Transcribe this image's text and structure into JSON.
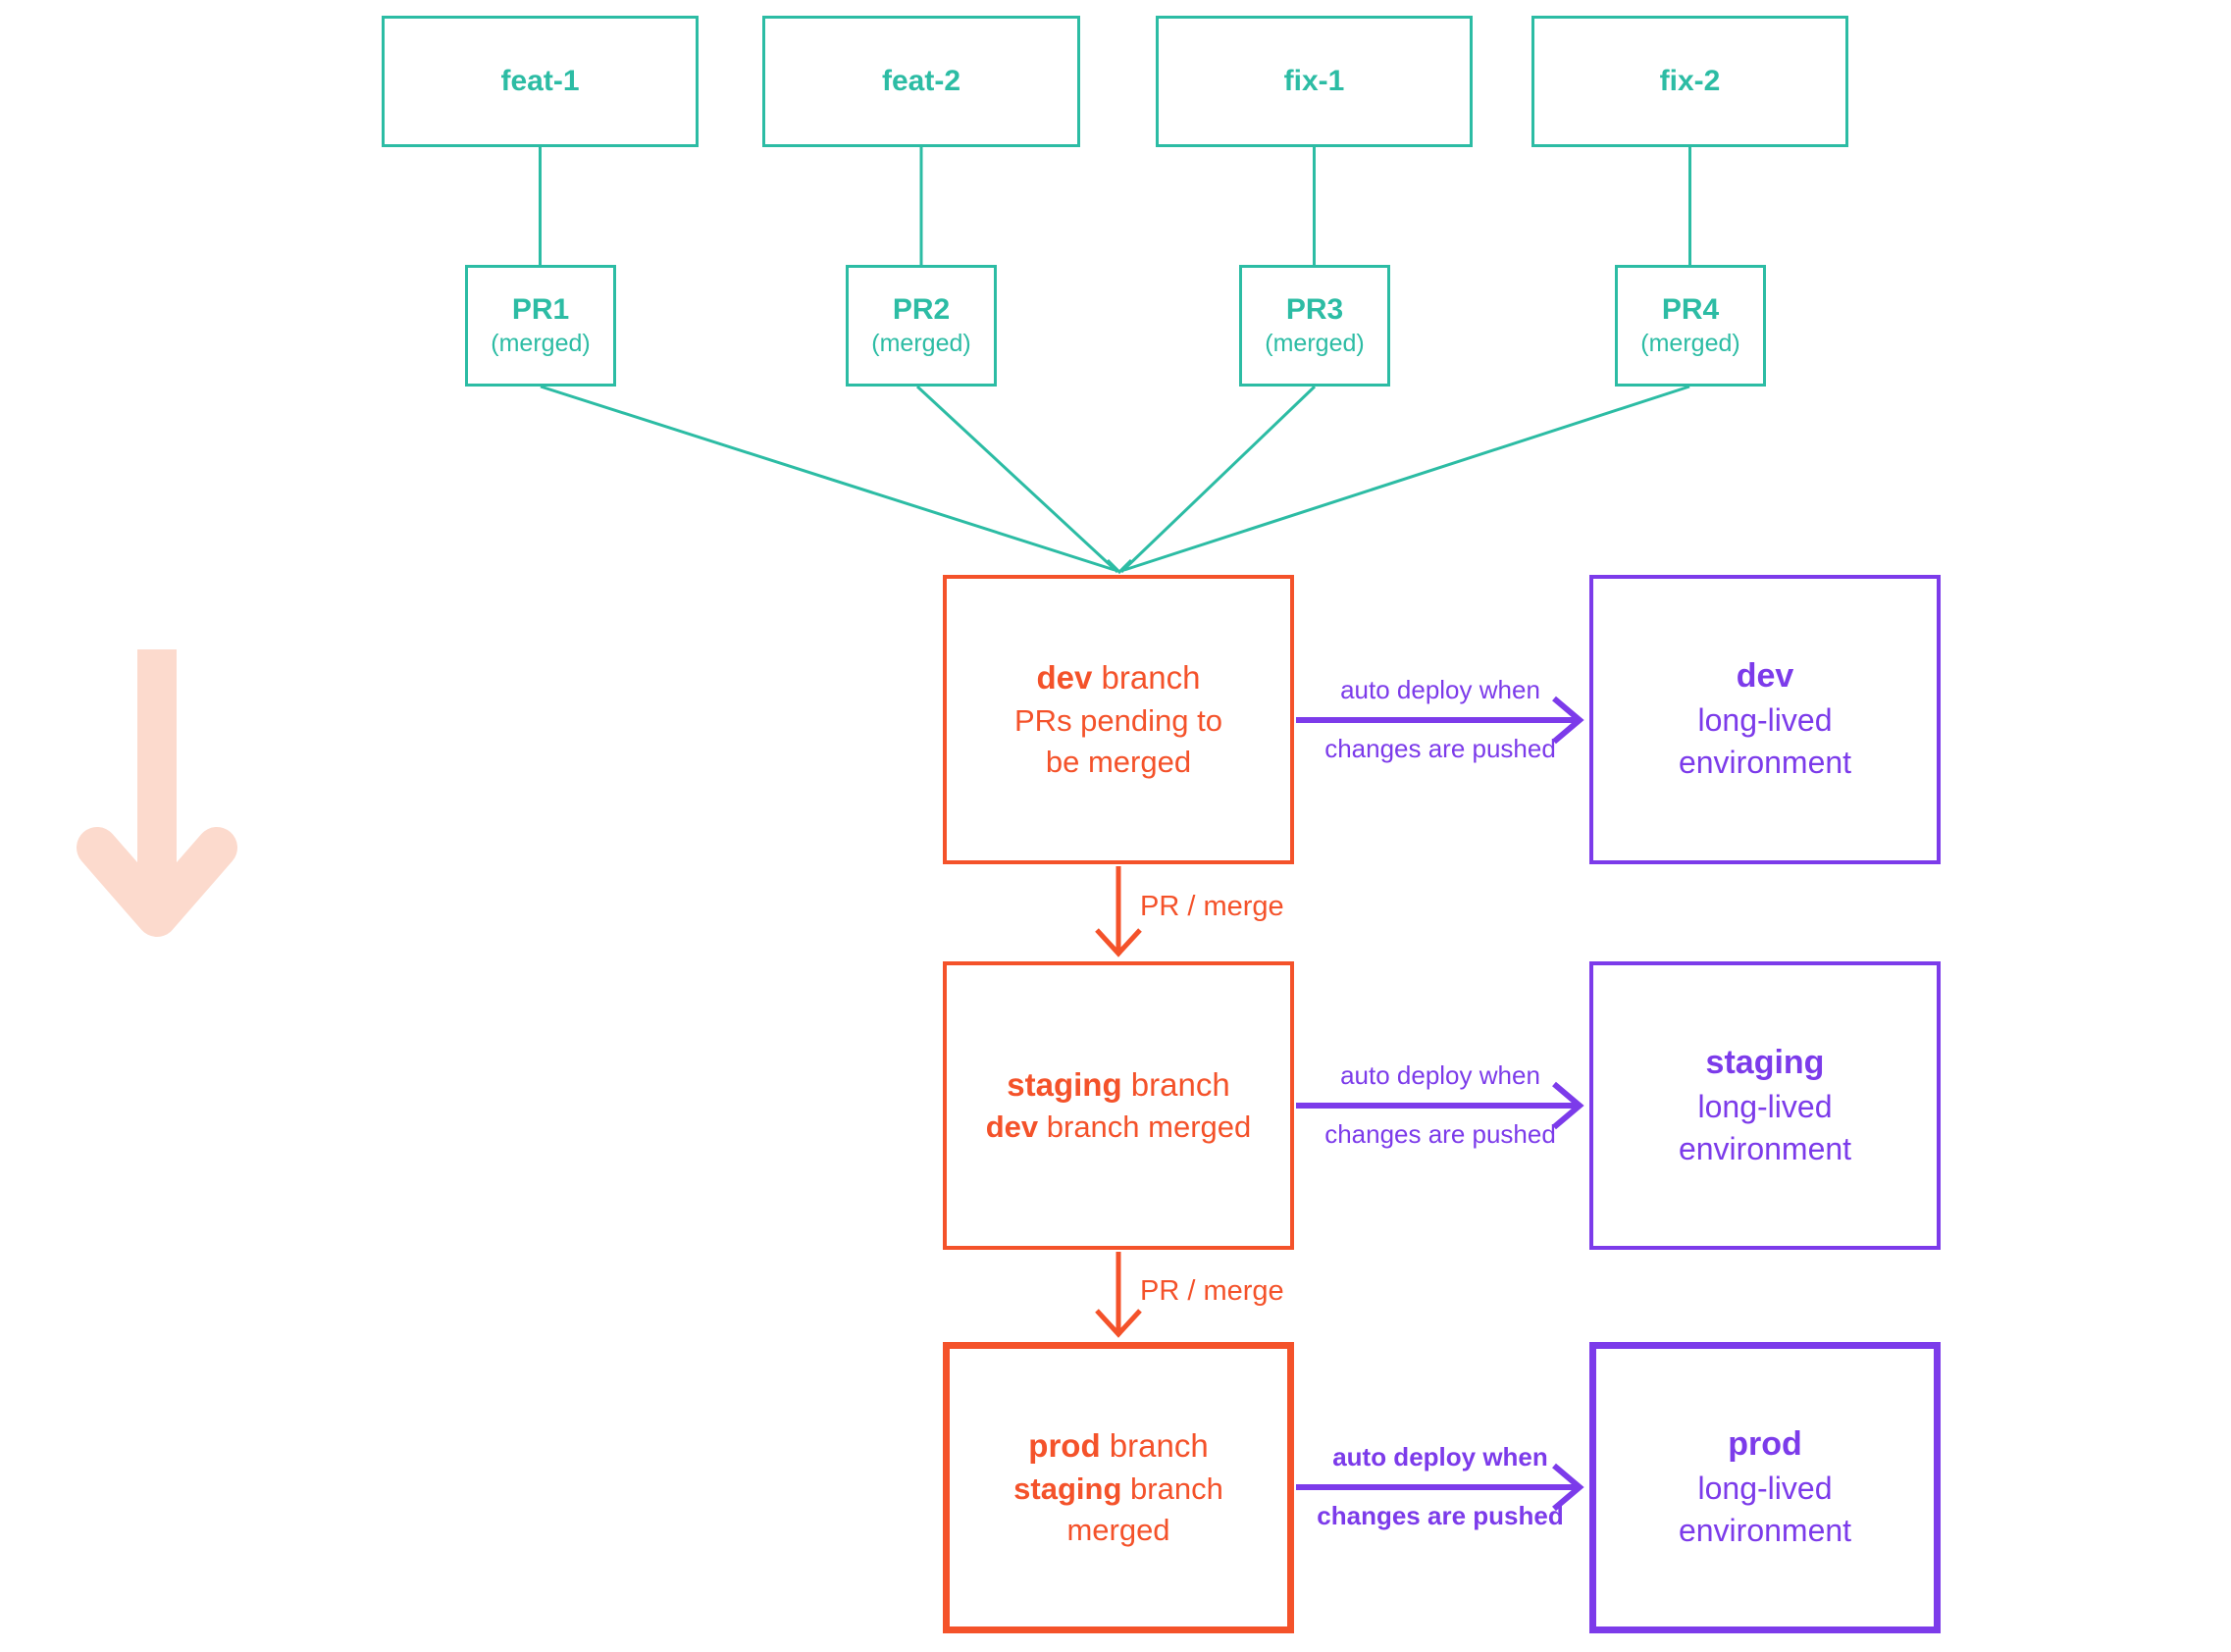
{
  "feature_branches": [
    {
      "label": "feat-1",
      "pr_label": "PR1",
      "pr_status": "(merged)"
    },
    {
      "label": "feat-2",
      "pr_label": "PR2",
      "pr_status": "(merged)"
    },
    {
      "label": "fix-1",
      "pr_label": "PR3",
      "pr_status": "(merged)"
    },
    {
      "label": "fix-2",
      "pr_label": "PR4",
      "pr_status": "(merged)"
    }
  ],
  "rows": [
    {
      "branch": {
        "title_bold": "dev",
        "title_rest": " branch",
        "subtitle_bold": "",
        "subtitle_rest": "PRs pending to\nbe merged"
      },
      "deploy": {
        "line1": "auto deploy when",
        "line2": "changes are pushed"
      },
      "env": {
        "name": "dev",
        "desc": "long-lived\nenvironment"
      },
      "merge_label": "PR / merge"
    },
    {
      "branch": {
        "title_bold": "staging",
        "title_rest": " branch",
        "subtitle_bold": "dev",
        "subtitle_rest": " branch merged"
      },
      "deploy": {
        "line1": "auto deploy when",
        "line2": "changes are pushed"
      },
      "env": {
        "name": "staging",
        "desc": "long-lived\nenvironment"
      },
      "merge_label": "PR / merge"
    },
    {
      "branch": {
        "title_bold": "prod",
        "title_rest": " branch",
        "subtitle_bold": "staging",
        "subtitle_rest": " branch\nmerged"
      },
      "deploy": {
        "line1": "auto deploy when",
        "line2": "changes are pushed"
      },
      "env": {
        "name": "prod",
        "desc": "long-lived\nenvironment"
      }
    }
  ],
  "colors": {
    "teal": "#2cbca4",
    "orange": "#f4522a",
    "purple": "#7c3bea",
    "pink": "#fcdacd",
    "background": "#ffffff"
  }
}
